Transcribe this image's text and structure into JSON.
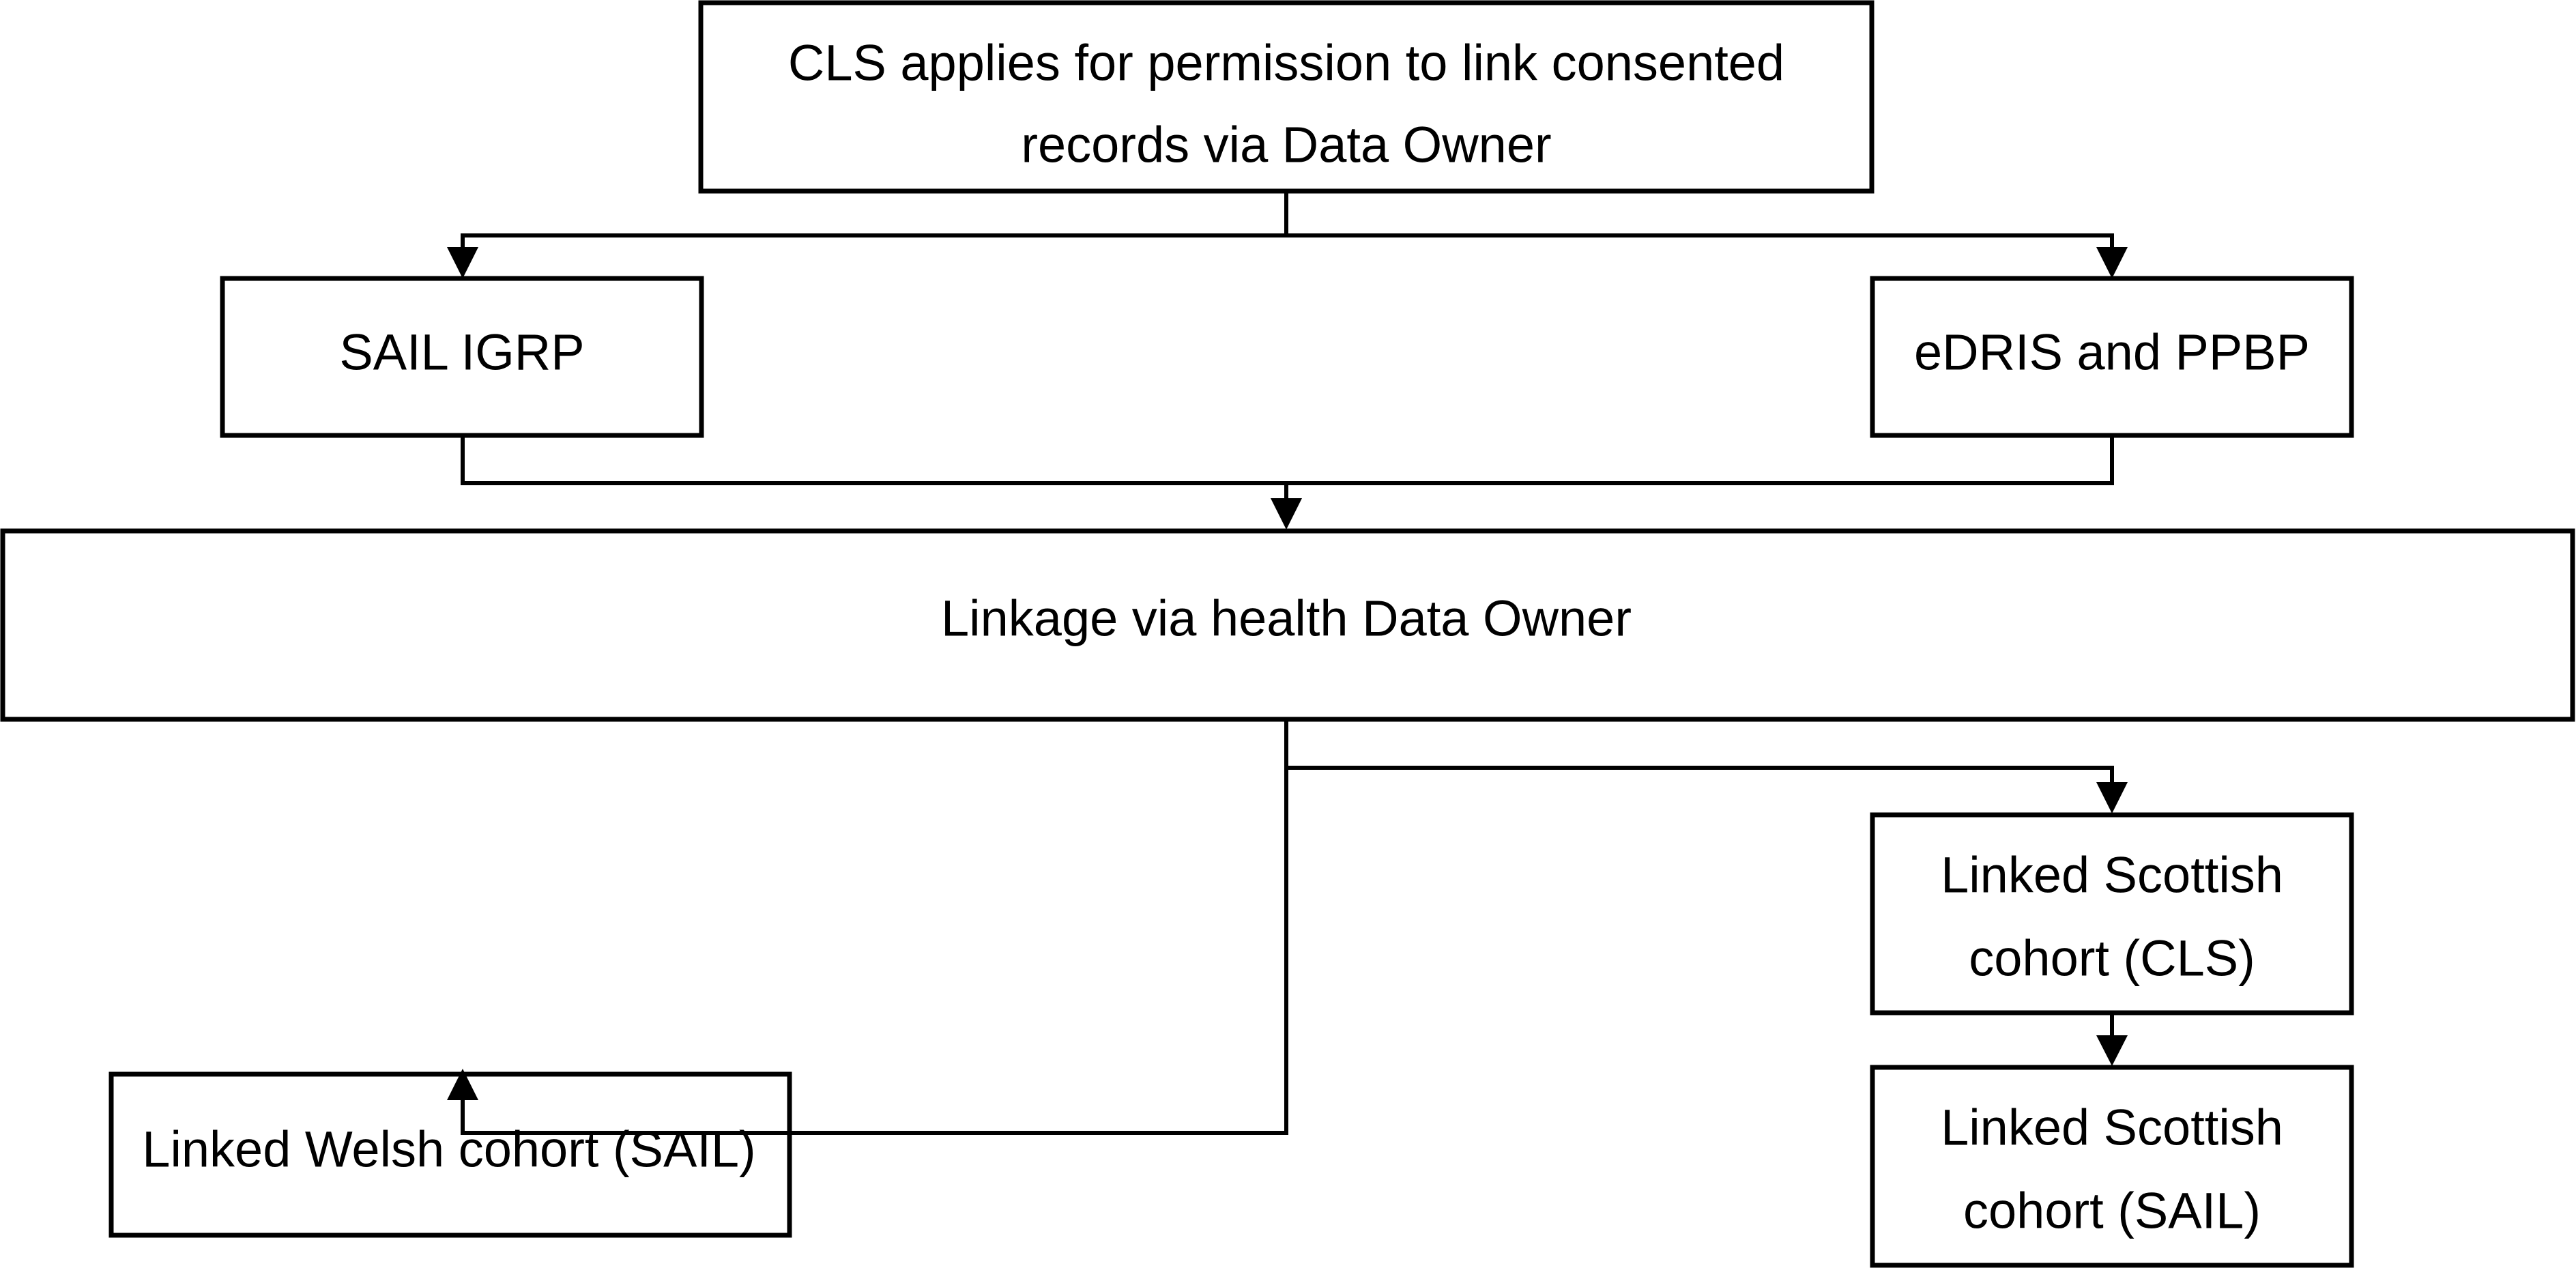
{
  "diagram": {
    "type": "flowchart",
    "nodes": {
      "apply": {
        "lines": [
          "CLS applies for permission to link consented",
          "records via Data Owner"
        ]
      },
      "sail_igrp": {
        "lines": [
          "SAIL IGRP"
        ]
      },
      "edris_ppbp": {
        "lines": [
          "eDRIS and PPBP"
        ]
      },
      "linkage": {
        "lines": [
          "Linkage via health Data Owner"
        ]
      },
      "scottish_cls": {
        "lines": [
          "Linked Scottish",
          "cohort (CLS)"
        ]
      },
      "scottish_sail": {
        "lines": [
          "Linked Scottish",
          "cohort (SAIL)"
        ]
      },
      "welsh_sail": {
        "lines": [
          "Linked Welsh cohort (SAIL)"
        ]
      }
    },
    "edges": [
      {
        "from": "apply",
        "to": "sail_igrp"
      },
      {
        "from": "apply",
        "to": "edris_ppbp"
      },
      {
        "from": "sail_igrp",
        "to": "linkage"
      },
      {
        "from": "edris_ppbp",
        "to": "linkage"
      },
      {
        "from": "linkage",
        "to": "scottish_cls"
      },
      {
        "from": "linkage",
        "to": "welsh_sail"
      },
      {
        "from": "scottish_cls",
        "to": "scottish_sail"
      }
    ],
    "colors": {
      "stroke": "#000000",
      "fill": "#ffffff",
      "text": "#000000"
    }
  }
}
